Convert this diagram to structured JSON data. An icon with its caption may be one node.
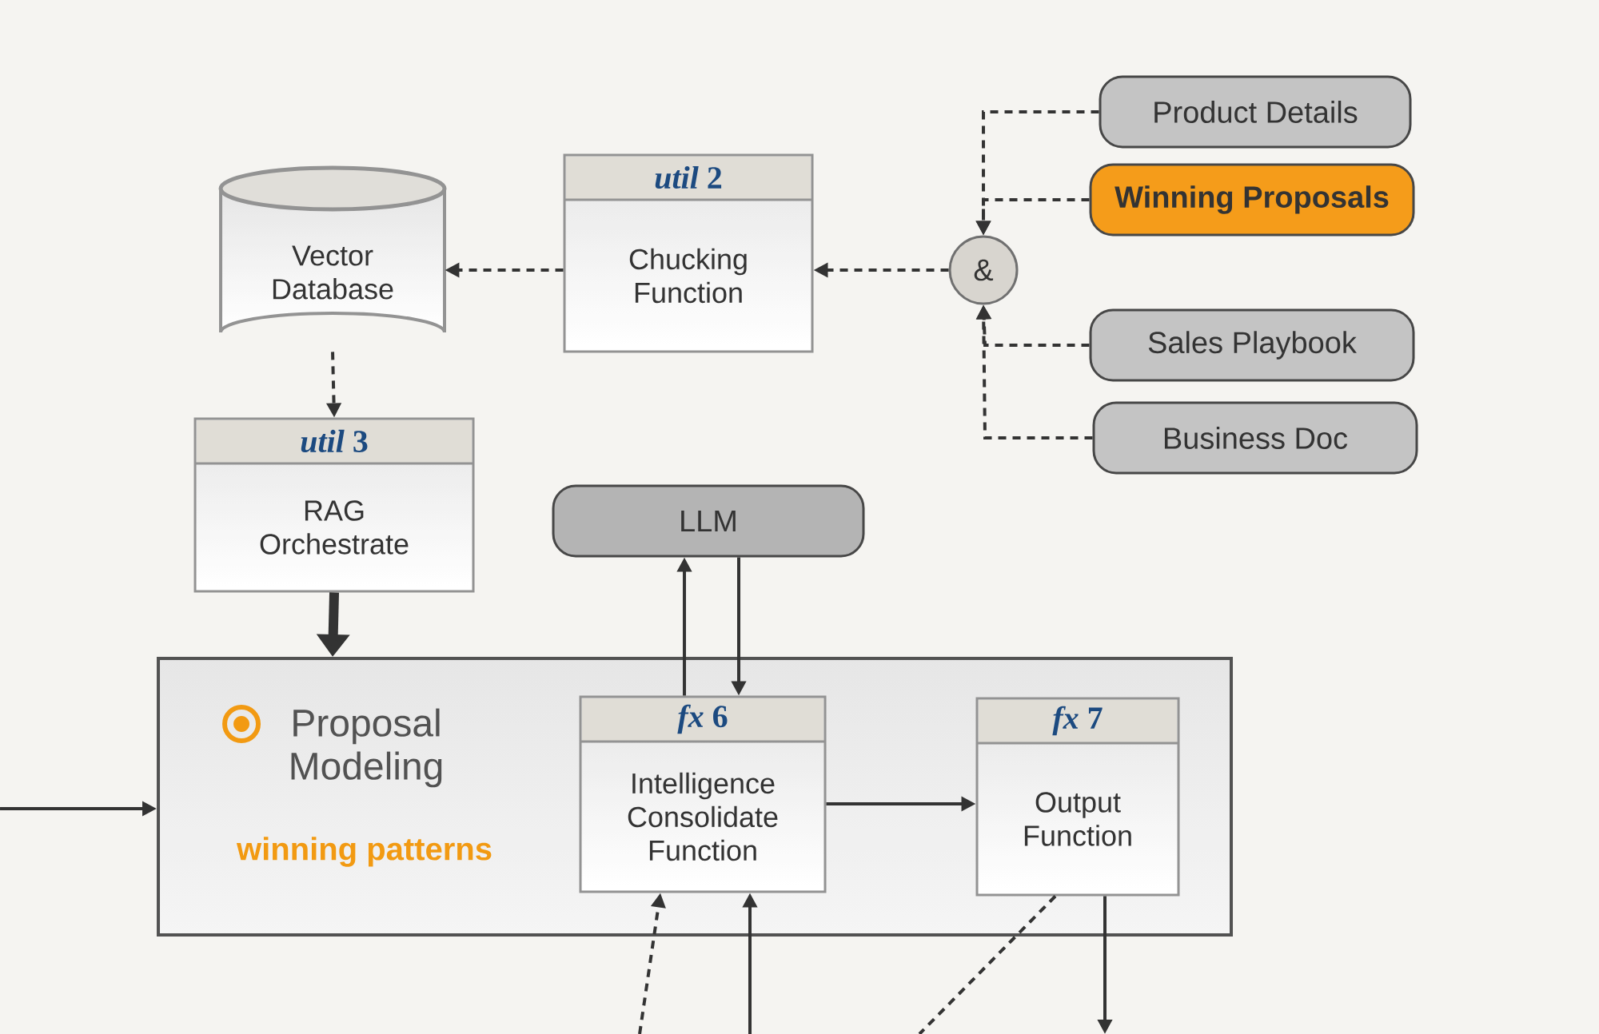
{
  "diagram": {
    "nodes": [
      {
        "text": [
          "Product Details"
        ]
      },
      {
        "text": [
          "Winning Proposals"
        ]
      },
      {
        "text": [
          "Sales Playbook"
        ]
      },
      {
        "text": [
          "Business Doc"
        ]
      },
      {
        "text": [
          "&"
        ]
      },
      {
        "text": [
          "*util* 2",
          "Chucking Function"
        ]
      },
      {
        "text": [
          "Vector Database"
        ]
      },
      {
        "text": [
          "*util* 3",
          "RAG Orchestrate"
        ]
      },
      {
        "text": [
          "LLM"
        ]
      },
      {
        "text": [
          "Proposal Modeling",
          "winning patterns"
        ]
      },
      {
        "text": [
          "*fx* 6",
          "Intelligence Consolidate Function"
        ],
        "in": 9
      },
      {
        "text": [
          "*fx* 7",
          "Output Function"
        ],
        "in": 9
      }
    ],
    "edges": [
      {
        "from": 0,
        "to": 4,
        "arrow": "to",
        "style": "dashed"
      },
      {
        "from": 1,
        "to": 4,
        "arrow": "to",
        "style": "dashed"
      },
      {
        "from": 2,
        "to": 4,
        "arrow": "to",
        "style": "dashed"
      },
      {
        "from": 3,
        "to": 4,
        "arrow": "to",
        "style": "dashed"
      },
      {
        "from": 4,
        "to": 5,
        "arrow": "to",
        "style": "dashed"
      },
      {
        "from": 5,
        "to": 6,
        "arrow": "to",
        "style": "dashed"
      },
      {
        "from": 6,
        "to": 7,
        "arrow": "to",
        "style": "dashed"
      },
      {
        "from": 7,
        "to": 9,
        "arrow": "to",
        "style": "thick"
      },
      {
        "from": 10,
        "to": 8,
        "arrow": "to"
      },
      {
        "from": 8,
        "to": 10,
        "arrow": "to"
      },
      {
        "from": null,
        "to": 9,
        "arrow": "to"
      },
      {
        "from": 10,
        "to": 11,
        "arrow": "to"
      },
      {
        "from": null,
        "to": 10,
        "arrow": "to",
        "style": "dashed"
      },
      {
        "from": null,
        "to": 10,
        "arrow": "to"
      },
      {
        "from": 11,
        "to": null,
        "arrow": "none",
        "style": "dashed"
      },
      {
        "from": 11,
        "to": null,
        "arrow": "to"
      }
    ]
  }
}
